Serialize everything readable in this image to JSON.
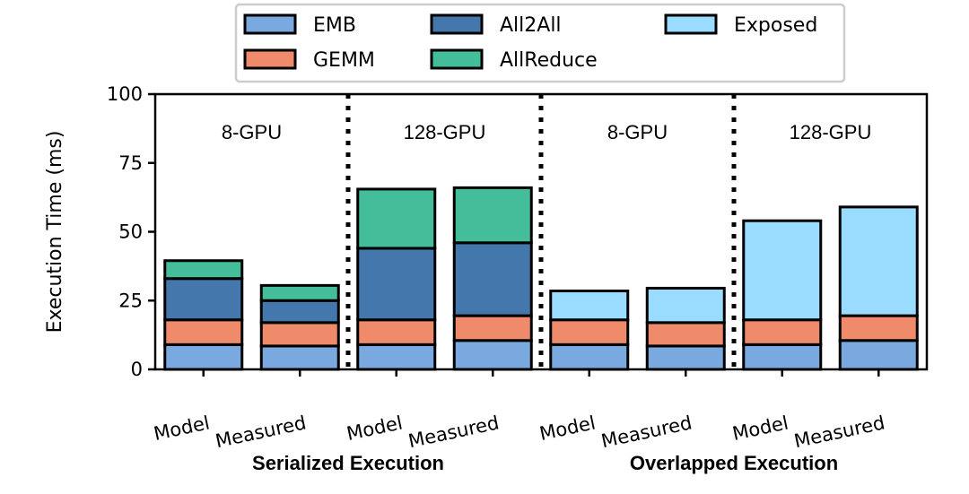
{
  "chart_data": {
    "type": "bar",
    "stacked": true,
    "ylabel": "Execution Time (ms)",
    "ylim": [
      0,
      100
    ],
    "yticks": [
      0,
      25,
      50,
      75,
      100
    ],
    "grid": false,
    "legend_placement": "top-center",
    "categories": [
      "Model",
      "Measured",
      "Model",
      "Measured",
      "Model",
      "Measured",
      "Model",
      "Measured"
    ],
    "groups": [
      "8-GPU",
      "128-GPU",
      "8-GPU",
      "128-GPU"
    ],
    "sections": [
      "Serialized Execution",
      "Overlapped Execution"
    ],
    "series": [
      {
        "name": "EMB",
        "color": "#79a9de",
        "values": [
          9,
          8.5,
          9,
          10.5,
          9,
          8.5,
          9,
          10.5
        ]
      },
      {
        "name": "GEMM",
        "color": "#ef8a6a",
        "values": [
          9,
          8.5,
          9,
          9,
          9,
          8.5,
          9,
          9
        ]
      },
      {
        "name": "All2All",
        "color": "#4478ad",
        "values": [
          15,
          8,
          26,
          26.5,
          0,
          0,
          0,
          0
        ]
      },
      {
        "name": "AllReduce",
        "color": "#44be9a",
        "values": [
          6.5,
          5.5,
          21.5,
          20,
          0,
          0,
          0,
          0
        ]
      },
      {
        "name": "Exposed",
        "color": "#99dcff",
        "values": [
          0,
          0,
          0,
          0,
          10.5,
          12.5,
          36,
          39.5
        ]
      }
    ]
  }
}
